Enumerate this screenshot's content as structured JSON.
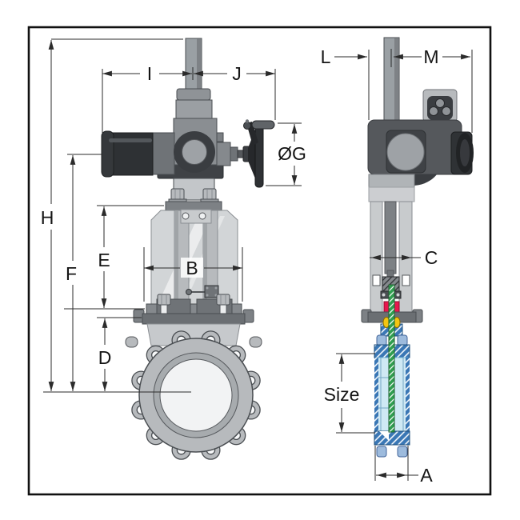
{
  "drawing": {
    "type": "technical-dimension-diagram",
    "subject": "lugged knife gate valve with electric actuator and handwheel, front view and side section",
    "views": {
      "front": {
        "dimension_labels": [
          "H",
          "F",
          "E",
          "D",
          "I",
          "J",
          "ØG",
          "B"
        ]
      },
      "side_section": {
        "dimension_labels": [
          "L",
          "M",
          "C",
          "Size",
          "A"
        ]
      }
    },
    "labels": {
      "h": "H",
      "f": "F",
      "e": "E",
      "d": "D",
      "i": "I",
      "j": "J",
      "og": "ØG",
      "b": "B",
      "l": "L",
      "m": "M",
      "c": "C",
      "size": "Size",
      "a": "A"
    },
    "colors": {
      "line": "#2b2b2b",
      "border": "#111111",
      "metal_dark": "#2e3134",
      "metal_mid": "#8a8e92",
      "metal_light": "#c8cbcd",
      "section_body_blue": "#3a77b5",
      "gate_green": "#2f9e4f",
      "bore_cyan": "#cfe9f4",
      "packing_red": "#e8174e",
      "gland_yellow": "#f3c512",
      "flange_bolt_blue": "#9dbbdd"
    }
  }
}
